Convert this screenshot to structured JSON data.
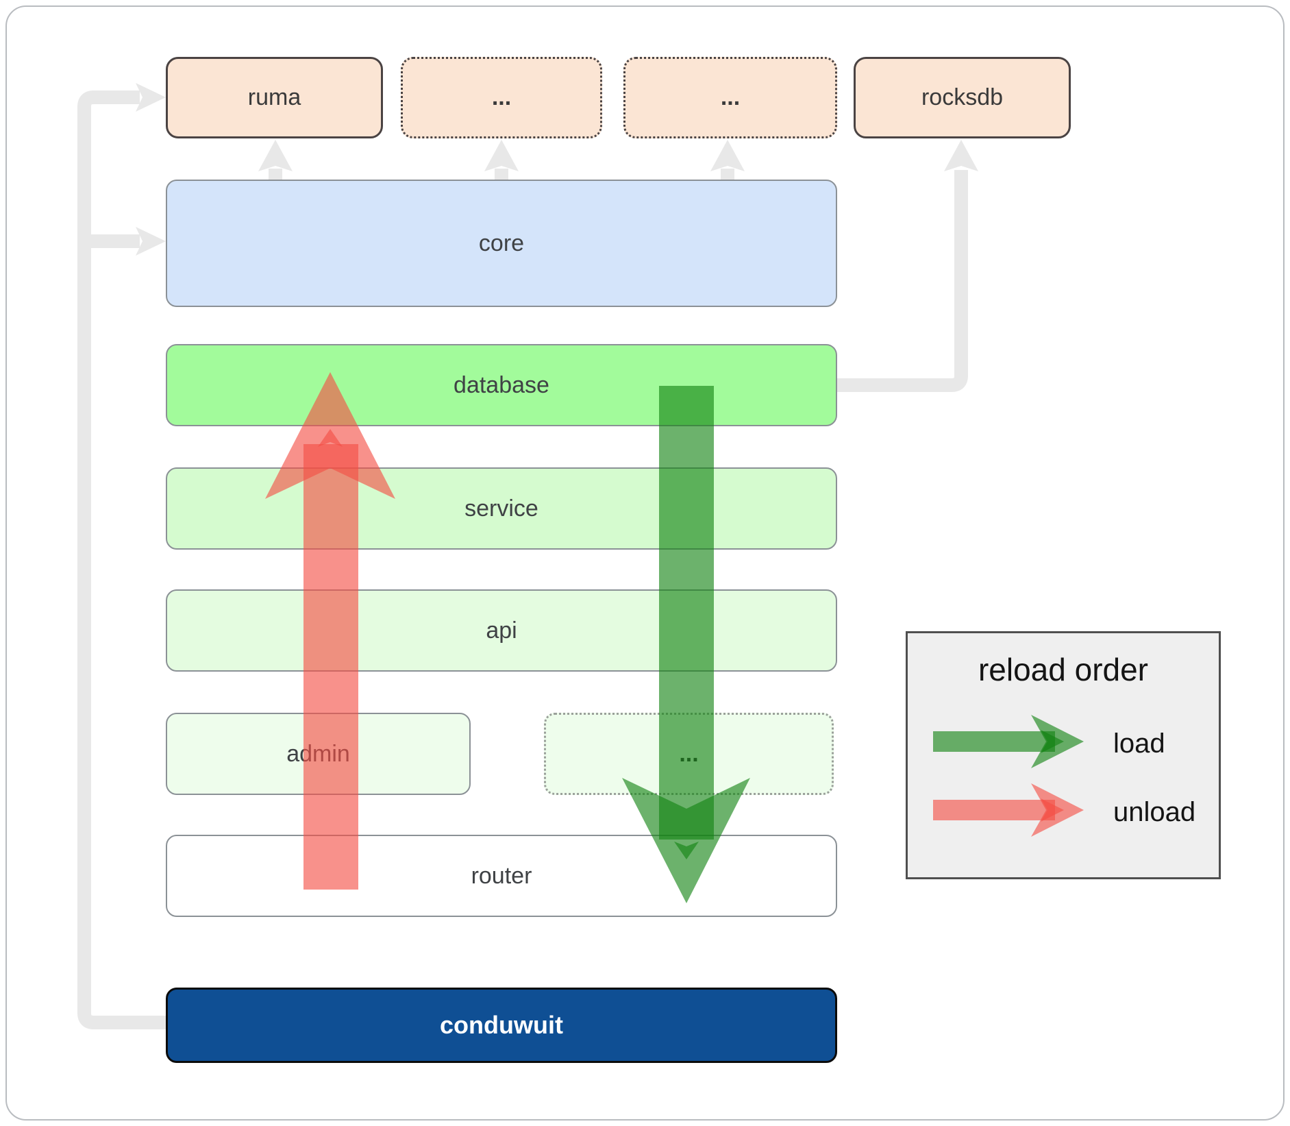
{
  "diagram": {
    "nodes": {
      "ruma": {
        "label": "ruma"
      },
      "dep_other_1": {
        "label": "..."
      },
      "dep_other_2": {
        "label": "..."
      },
      "rocksdb": {
        "label": "rocksdb"
      },
      "core": {
        "label": "core"
      },
      "database": {
        "label": "database"
      },
      "service": {
        "label": "service"
      },
      "api": {
        "label": "api"
      },
      "admin": {
        "label": "admin"
      },
      "more_services": {
        "label": "..."
      },
      "router": {
        "label": "router"
      },
      "conduwuit": {
        "label": "conduwuit"
      }
    },
    "legend": {
      "title": "reload order",
      "items": [
        {
          "label": "load",
          "color_key": "load"
        },
        {
          "label": "unload",
          "color_key": "unload"
        }
      ]
    },
    "colors": {
      "peach": "#fbe5d4",
      "blue": "#d4e4fa",
      "green_bright": "#a2fb9b",
      "green_light": "#d5fbcf",
      "green_lighter": "#e4fce0",
      "green_faint": "#eefdec",
      "navy": "#0f4f94",
      "load": "#118211",
      "unload": "#f44d44",
      "connector": "#e8e8e8",
      "legend_bg": "#efefef",
      "frame_border": "#b9bcc0"
    }
  }
}
